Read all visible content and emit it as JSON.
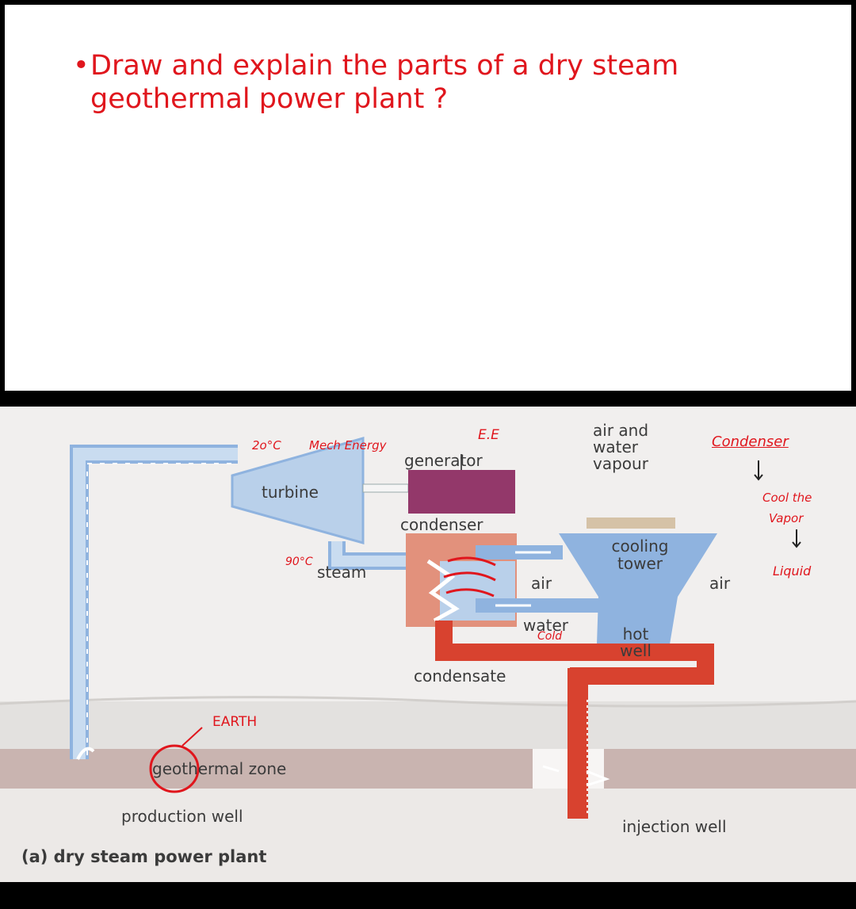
{
  "question": {
    "bullet": "•",
    "text": "Draw and explain the parts of a dry steam geothermal power plant ?"
  },
  "diagram": {
    "labels": {
      "generator": "generator",
      "turbine": "turbine",
      "condenser": "condenser",
      "steam": "steam",
      "air_and_water_vapour": "air and water vapour",
      "cooling_tower": "cooling tower",
      "air_left": "air",
      "air_right": "air",
      "water": "water",
      "hot_well": "hot well",
      "condensate": "condensate",
      "geothermal_zone": "geothermal zone",
      "production_well": "production well",
      "injection_well": "injection well",
      "caption": "(a) dry steam power plant"
    },
    "annotations": {
      "temp_top": "2o°C",
      "mech_energy": "Mech Energy",
      "electrical_energy": "E.E",
      "temp_steam": "90°C",
      "cold": "Cold",
      "earth": "EARTH",
      "condenser_note": "Condenser",
      "cool_the": "Cool the",
      "vapor": "Vapor",
      "liquid": "Liquid"
    },
    "colors": {
      "steam_pipe": "#b9d0ea",
      "cooling_tower": "#8fb3df",
      "hot_water": "#d8422f",
      "condenser_zone": "#e2917c",
      "generator": "#93386a",
      "ground_surface": "#e3e1df",
      "geothermal_layer": "#c9b4b0",
      "annotation": "#e0161d"
    }
  }
}
